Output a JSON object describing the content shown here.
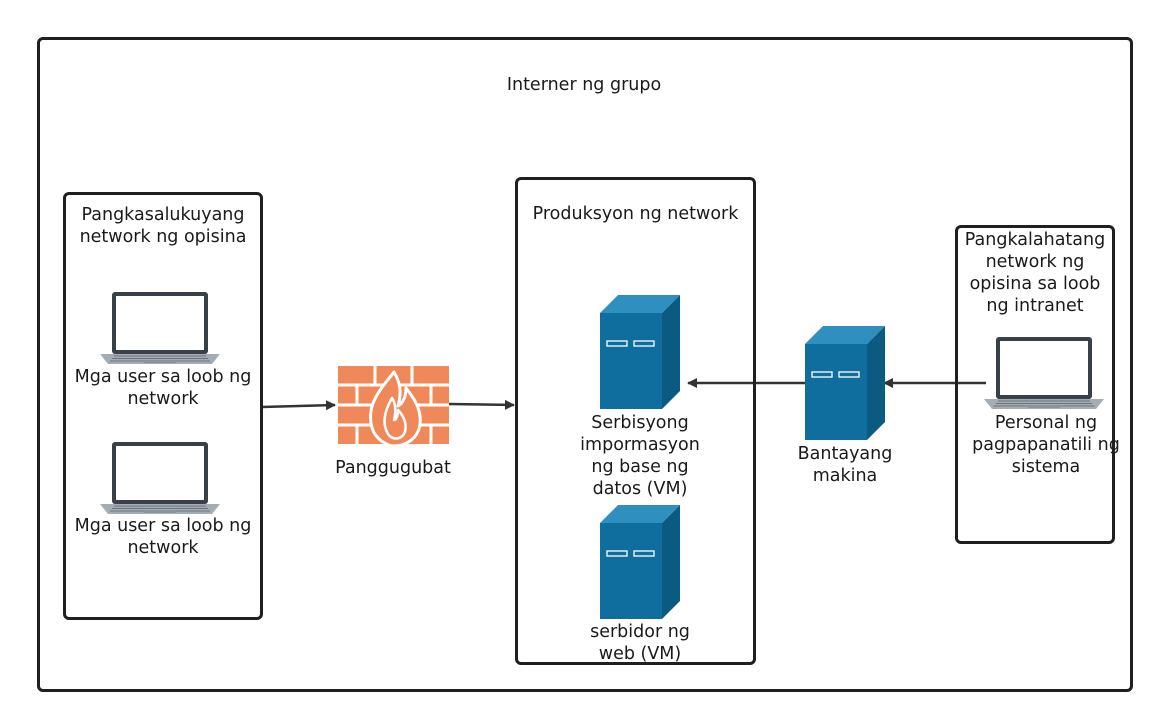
{
  "outer_group": {
    "title": "Interner ng grupo"
  },
  "office_network": {
    "title_line1": "Pangkasalukuyang",
    "title_line2": "network ng opisina",
    "users": [
      {
        "line1": "Mga user sa loob ng",
        "line2": "network",
        "icon": "laptop-icon"
      },
      {
        "line1": "Mga user sa loob ng",
        "line2": "network",
        "icon": "laptop-icon"
      }
    ]
  },
  "firewall": {
    "label": "Panggugubat",
    "icon": "firewall-icon",
    "brick_color": "#f0895a"
  },
  "production_network": {
    "title": "Produksyon ng network",
    "db_service": {
      "line1": "Serbisyong",
      "line2": "impormasyon",
      "line3": "ng base ng",
      "line4": "datos (VM)",
      "icon": "server-icon"
    },
    "web_server": {
      "line1": "serbidor ng",
      "line2": "web (VM)",
      "icon": "server-icon"
    }
  },
  "monitor_machine": {
    "line1": "Bantayang",
    "line2": "makina",
    "icon": "server-icon"
  },
  "maintenance_network": {
    "title_line1": "Pangkalahatang",
    "title_line2": "network ng",
    "title_line3": "opisina sa loob",
    "title_line4": "ng intranet",
    "personal": {
      "line1": "Personal ng",
      "line2": "pagpapanatili ng",
      "line3": "sistema",
      "icon": "laptop-icon"
    }
  },
  "colors": {
    "server_blue": "#0f6e9e",
    "server_dark": "#0a5a82",
    "arrow": "#333333",
    "border": "#1f1f1f"
  }
}
